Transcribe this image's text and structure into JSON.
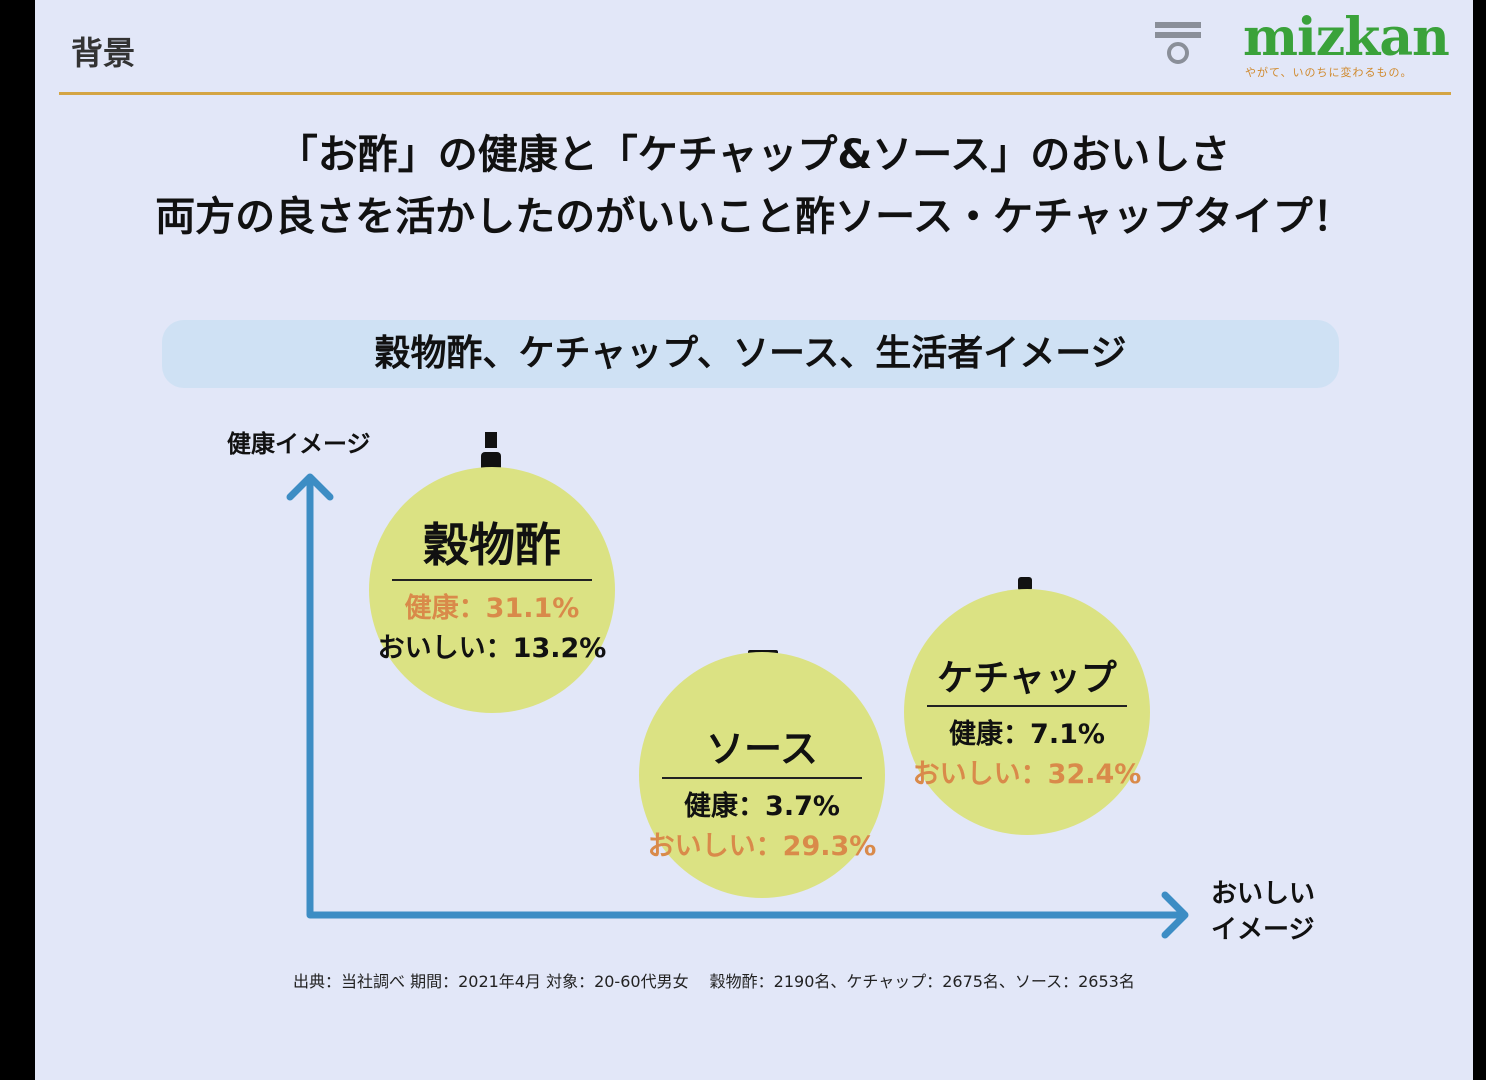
{
  "header": {
    "section": "背景",
    "logo": "mizkan",
    "tagline": "やがて、いのちに変わるもの。"
  },
  "title": {
    "line1": "「お酢」の健康と「ケチャップ&ソース」のおいしさ",
    "line2": "両方の良さを活かしたのがいいこと酢ソース・ケチャップタイプ！"
  },
  "banner": "穀物酢、ケチャップ、ソース、生活者イメージ",
  "axes": {
    "y": "健康イメージ",
    "x_line1": "おいしい",
    "x_line2": "イメージ"
  },
  "items": [
    {
      "name": "穀物酢",
      "health": "健康：31.1%",
      "tasty": "おいしい：13.2%"
    },
    {
      "name": "ソース",
      "health": "健康：3.7%",
      "tasty": "おいしい：29.3%"
    },
    {
      "name": "ケチャップ",
      "health": "健康：7.1%",
      "tasty": "おいしい：32.4%"
    }
  ],
  "footnote": "出典：当社調べ 期間：2021年4月 対象：20-60代男女　 穀物酢：2190名、ケチャップ：2675名、ソース：2653名",
  "colors": {
    "axis": "#3d8dc4",
    "circle": "#dbe283",
    "accent": "#d98a4a"
  }
}
